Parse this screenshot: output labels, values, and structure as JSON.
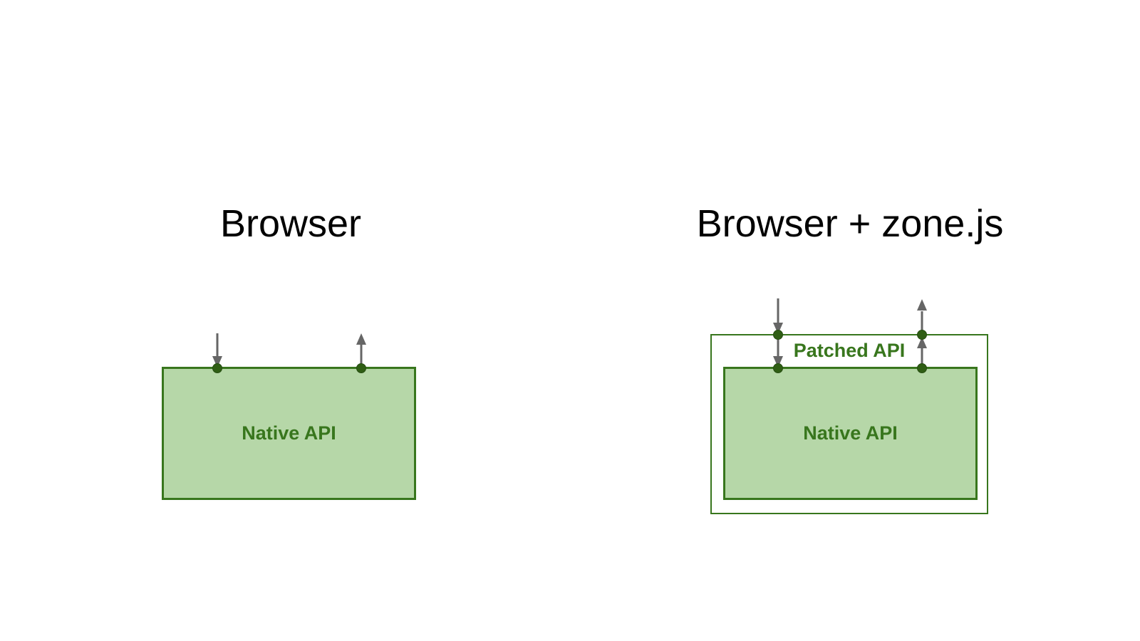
{
  "page": {
    "background": "#ffffff"
  },
  "left_panel": {
    "title": "Browser",
    "native_api_label": "Native API"
  },
  "right_panel": {
    "title": "Browser + zone.js",
    "patched_api_label": "Patched API",
    "native_api_label": "Native API"
  },
  "colors": {
    "box_fill": "#b6d7a8",
    "box_border": "#38761d",
    "green_text": "#38761d",
    "arrow_gray": "#666666",
    "dot_green": "#2f5e14",
    "title_text": "#000000"
  }
}
